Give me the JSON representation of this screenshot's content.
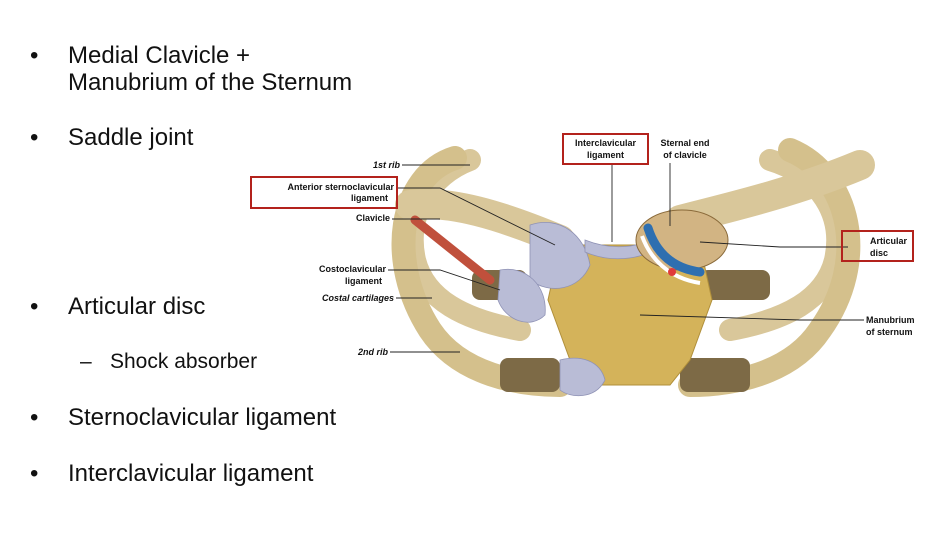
{
  "bullets": {
    "b1_line1": "Medial Clavicle +",
    "b1_line2": "Manubrium of the Sternum",
    "b2": "Saddle joint",
    "b3": "Articular disc",
    "b3_sub": "Shock absorber",
    "b4": "Sternoclavicular ligament",
    "b5": "Interclavicular ligament",
    "bullet_symbol": "•",
    "dash_symbol": "–"
  },
  "figure": {
    "labels": {
      "first_rib": "1st rib",
      "anterior_scl_1": "Anterior sternoclavicular",
      "anterior_scl_2": "ligament",
      "clavicle": "Clavicle",
      "costoclavicular_1": "Costoclavicular",
      "costoclavicular_2": "ligament",
      "costal_cartilages": "Costal cartilages",
      "second_rib": "2nd rib",
      "interclavicular_1": "Interclavicular",
      "interclavicular_2": "ligament",
      "sternal_end_1": "Sternal end",
      "sternal_end_2": "of clavicle",
      "articular_disc_1": "Articular",
      "articular_disc_2": "disc",
      "manubrium_1": "Manubrium",
      "manubrium_2": "of sternum"
    },
    "colors": {
      "bone": "#d9c79a",
      "bone_dark": "#b9a06a",
      "cartilage": "#7d6a46",
      "ligament": "#b9bcd6",
      "sternum": "#d4b35a",
      "disc": "#2e6fb0",
      "highlight_box": "#b3221c",
      "muscle": "#c0503c"
    }
  }
}
